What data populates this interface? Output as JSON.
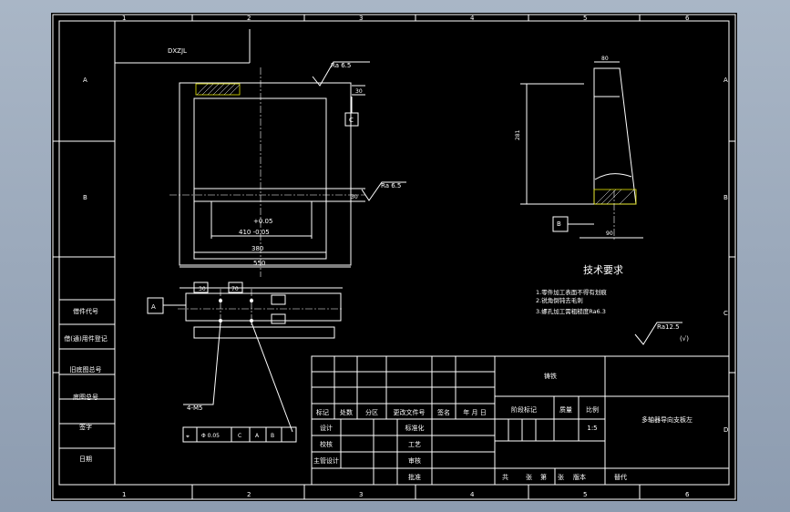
{
  "drawing": {
    "part_code": "DXZJL",
    "title_material": "铸铁",
    "part_name": "多轴器导向支板左",
    "ratio_label": "比例",
    "ratio_value": "1:5",
    "weight_label": "质量",
    "stage_label": "阶段标记",
    "sheet_row": [
      "共",
      "张",
      "第",
      "张",
      "版本",
      "替代"
    ]
  },
  "border_zones": {
    "top": [
      "1",
      "2",
      "3",
      "4",
      "5",
      "6"
    ],
    "side": [
      "A",
      "B",
      "C",
      "D"
    ]
  },
  "left_strip": [
    "借(通)用件登记",
    "旧底图总号",
    "底图总号",
    "签字",
    "日期"
  ],
  "left_strip_top": "借件代号",
  "title_block": {
    "header_cols": [
      "标记",
      "处数",
      "分区",
      "更改文件号",
      "签名",
      "年 月 日"
    ],
    "left_rows": [
      "设计",
      "校核",
      "主管设计"
    ],
    "mid_rows": [
      "标准化",
      "工艺",
      "审核",
      "批准"
    ]
  },
  "front_view": {
    "roughness": "Ra 6.5",
    "roughness_2": "Ra 6.5",
    "datum_c": "C",
    "dim_thk_top": "30",
    "dim_thk_bot": "30",
    "dim_tol_upper": "+0.05",
    "dim_410": "410 -0.05",
    "dim_380": "380",
    "dim_550": "550"
  },
  "side_view": {
    "dim_top": "80",
    "dim_height": "281",
    "datum_b": "B",
    "dim_bottom": "90"
  },
  "section_view": {
    "datum_a": "A",
    "dim_a": "30",
    "dim_b": "70",
    "hole_callout": "4-M5",
    "fcf": [
      "⌖",
      "Φ 0.05",
      "C",
      "A",
      "B"
    ]
  },
  "tech_req": {
    "title": "技术要求",
    "items": [
      "1.零件加工表面不得有划痕",
      "2.锐角倒钝去毛刺",
      "3.螺孔加工需粗糙度Ra6.3"
    ],
    "general_roughness": "Ra12.5",
    "general_suffix": "(√)"
  }
}
